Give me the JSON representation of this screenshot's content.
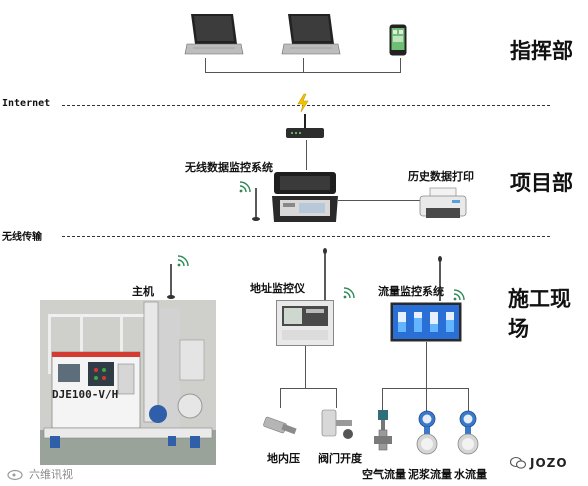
{
  "tiers": {
    "command": "指挥部",
    "project": "项目部",
    "site": "施工现场"
  },
  "networks": {
    "internet": "Internet",
    "wireless": "无线传输"
  },
  "devices": {
    "wireless_monitor": "无线数据监控系统",
    "history_print": "历史数据打印",
    "host": "主机",
    "address_monitor": "地址监控仪",
    "flow_monitor": "流量监控系统",
    "ground_pressure": "地内压",
    "valve_opening": "阀门开度",
    "air_flow": "空气流量",
    "mud_flow": "泥浆流量",
    "water_flow": "水流量"
  },
  "machine_label": "DJE100-V/H",
  "watermarks": {
    "left": "六维讯视",
    "right": "JOZO"
  },
  "colors": {
    "lightning": "#f2c200",
    "dash": "#333333",
    "screen_blue": "#2a6fd6"
  }
}
